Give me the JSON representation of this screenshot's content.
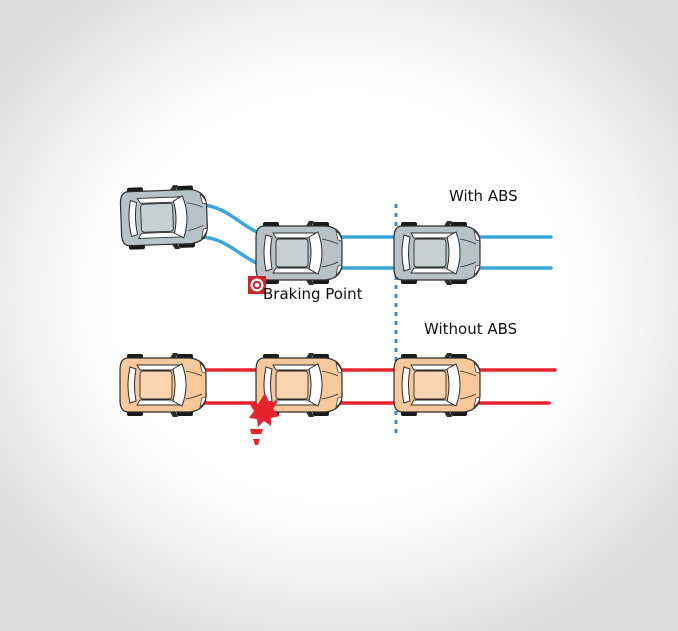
{
  "labels": {
    "with_abs": "With ABS",
    "without_abs": "Without ABS",
    "braking_point": "Braking Point"
  },
  "colors": {
    "with_abs_trail": "#3aa6da",
    "without_abs_trail": "#e8222f",
    "abs_car_body": "#b7c2c6",
    "no_abs_car_body": "#f8c89a",
    "divider": "#3d8fcb",
    "braking_marker": "#d42027",
    "impact_burst": "#e8222f"
  },
  "icons": {
    "braking_point": "target-icon",
    "impact": "impact-burst-icon",
    "traffic_cone": "traffic-cone-icon"
  }
}
